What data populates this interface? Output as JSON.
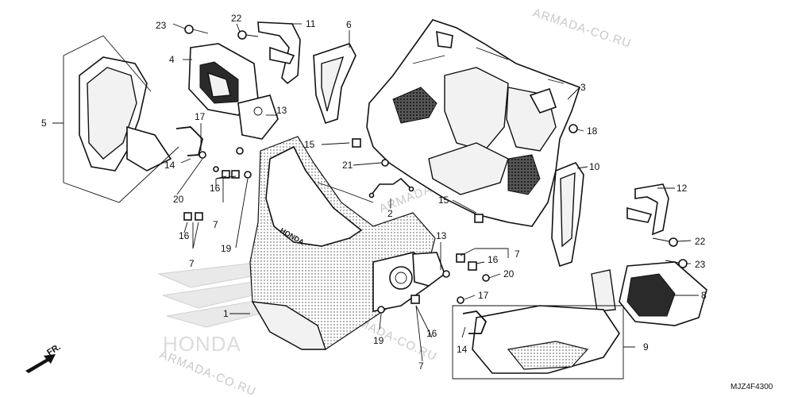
{
  "diagram": {
    "watermark": "ARMADA-CO.RU",
    "code": "MJZ4F4300",
    "direction": "FR.",
    "brand": "HONDA",
    "callouts": [
      {
        "id": "c1",
        "label": "1"
      },
      {
        "id": "c2",
        "label": "2"
      },
      {
        "id": "c3",
        "label": "3"
      },
      {
        "id": "c4",
        "label": "4"
      },
      {
        "id": "c5",
        "label": "5"
      },
      {
        "id": "c6",
        "label": "6"
      },
      {
        "id": "c7a",
        "label": "7"
      },
      {
        "id": "c7b",
        "label": "7"
      },
      {
        "id": "c7c",
        "label": "7"
      },
      {
        "id": "c7d",
        "label": "7"
      },
      {
        "id": "c8",
        "label": "8"
      },
      {
        "id": "c9",
        "label": "9"
      },
      {
        "id": "c10",
        "label": "10"
      },
      {
        "id": "c11",
        "label": "11"
      },
      {
        "id": "c12",
        "label": "12"
      },
      {
        "id": "c13a",
        "label": "13"
      },
      {
        "id": "c13b",
        "label": "13"
      },
      {
        "id": "c14a",
        "label": "14"
      },
      {
        "id": "c14b",
        "label": "14"
      },
      {
        "id": "c15a",
        "label": "15"
      },
      {
        "id": "c15b",
        "label": "15"
      },
      {
        "id": "c16a",
        "label": "16"
      },
      {
        "id": "c16b",
        "label": "16"
      },
      {
        "id": "c16c",
        "label": "16"
      },
      {
        "id": "c16d",
        "label": "16"
      },
      {
        "id": "c17a",
        "label": "17"
      },
      {
        "id": "c17b",
        "label": "17"
      },
      {
        "id": "c18",
        "label": "18"
      },
      {
        "id": "c19a",
        "label": "19"
      },
      {
        "id": "c19b",
        "label": "19"
      },
      {
        "id": "c20a",
        "label": "20"
      },
      {
        "id": "c20b",
        "label": "20"
      },
      {
        "id": "c21",
        "label": "21"
      },
      {
        "id": "c22a",
        "label": "22"
      },
      {
        "id": "c22b",
        "label": "22"
      },
      {
        "id": "c23a",
        "label": "23"
      },
      {
        "id": "c23b",
        "label": "23"
      }
    ]
  }
}
